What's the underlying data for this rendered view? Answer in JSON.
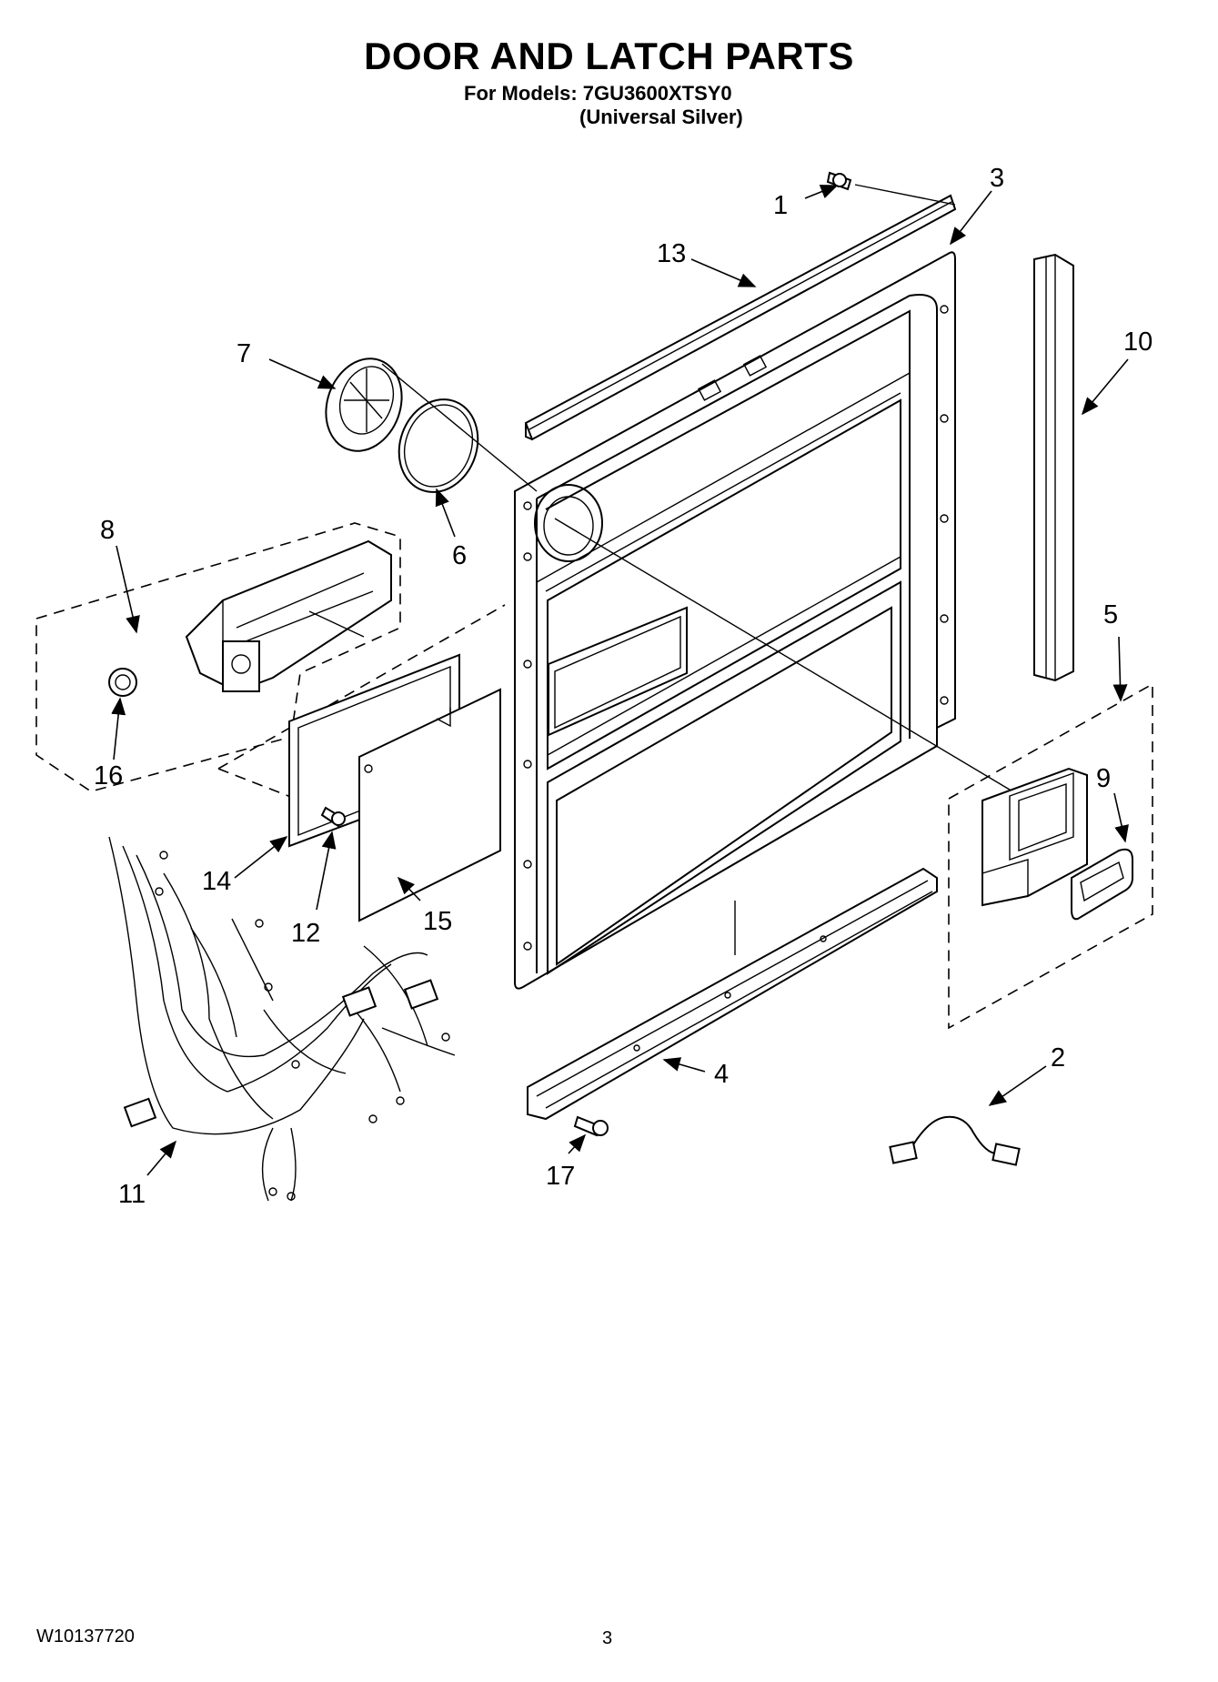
{
  "header": {
    "title": "DOOR AND LATCH PARTS",
    "models_line": "For Models: 7GU3600XTSY0",
    "variant_line": "(Universal Silver)"
  },
  "footer": {
    "doc_number": "W10137720",
    "page_number": "3"
  },
  "callouts": [
    "1",
    "2",
    "3",
    "4",
    "5",
    "6",
    "7",
    "8",
    "9",
    "10",
    "11",
    "12",
    "13",
    "14",
    "15",
    "16",
    "17"
  ]
}
